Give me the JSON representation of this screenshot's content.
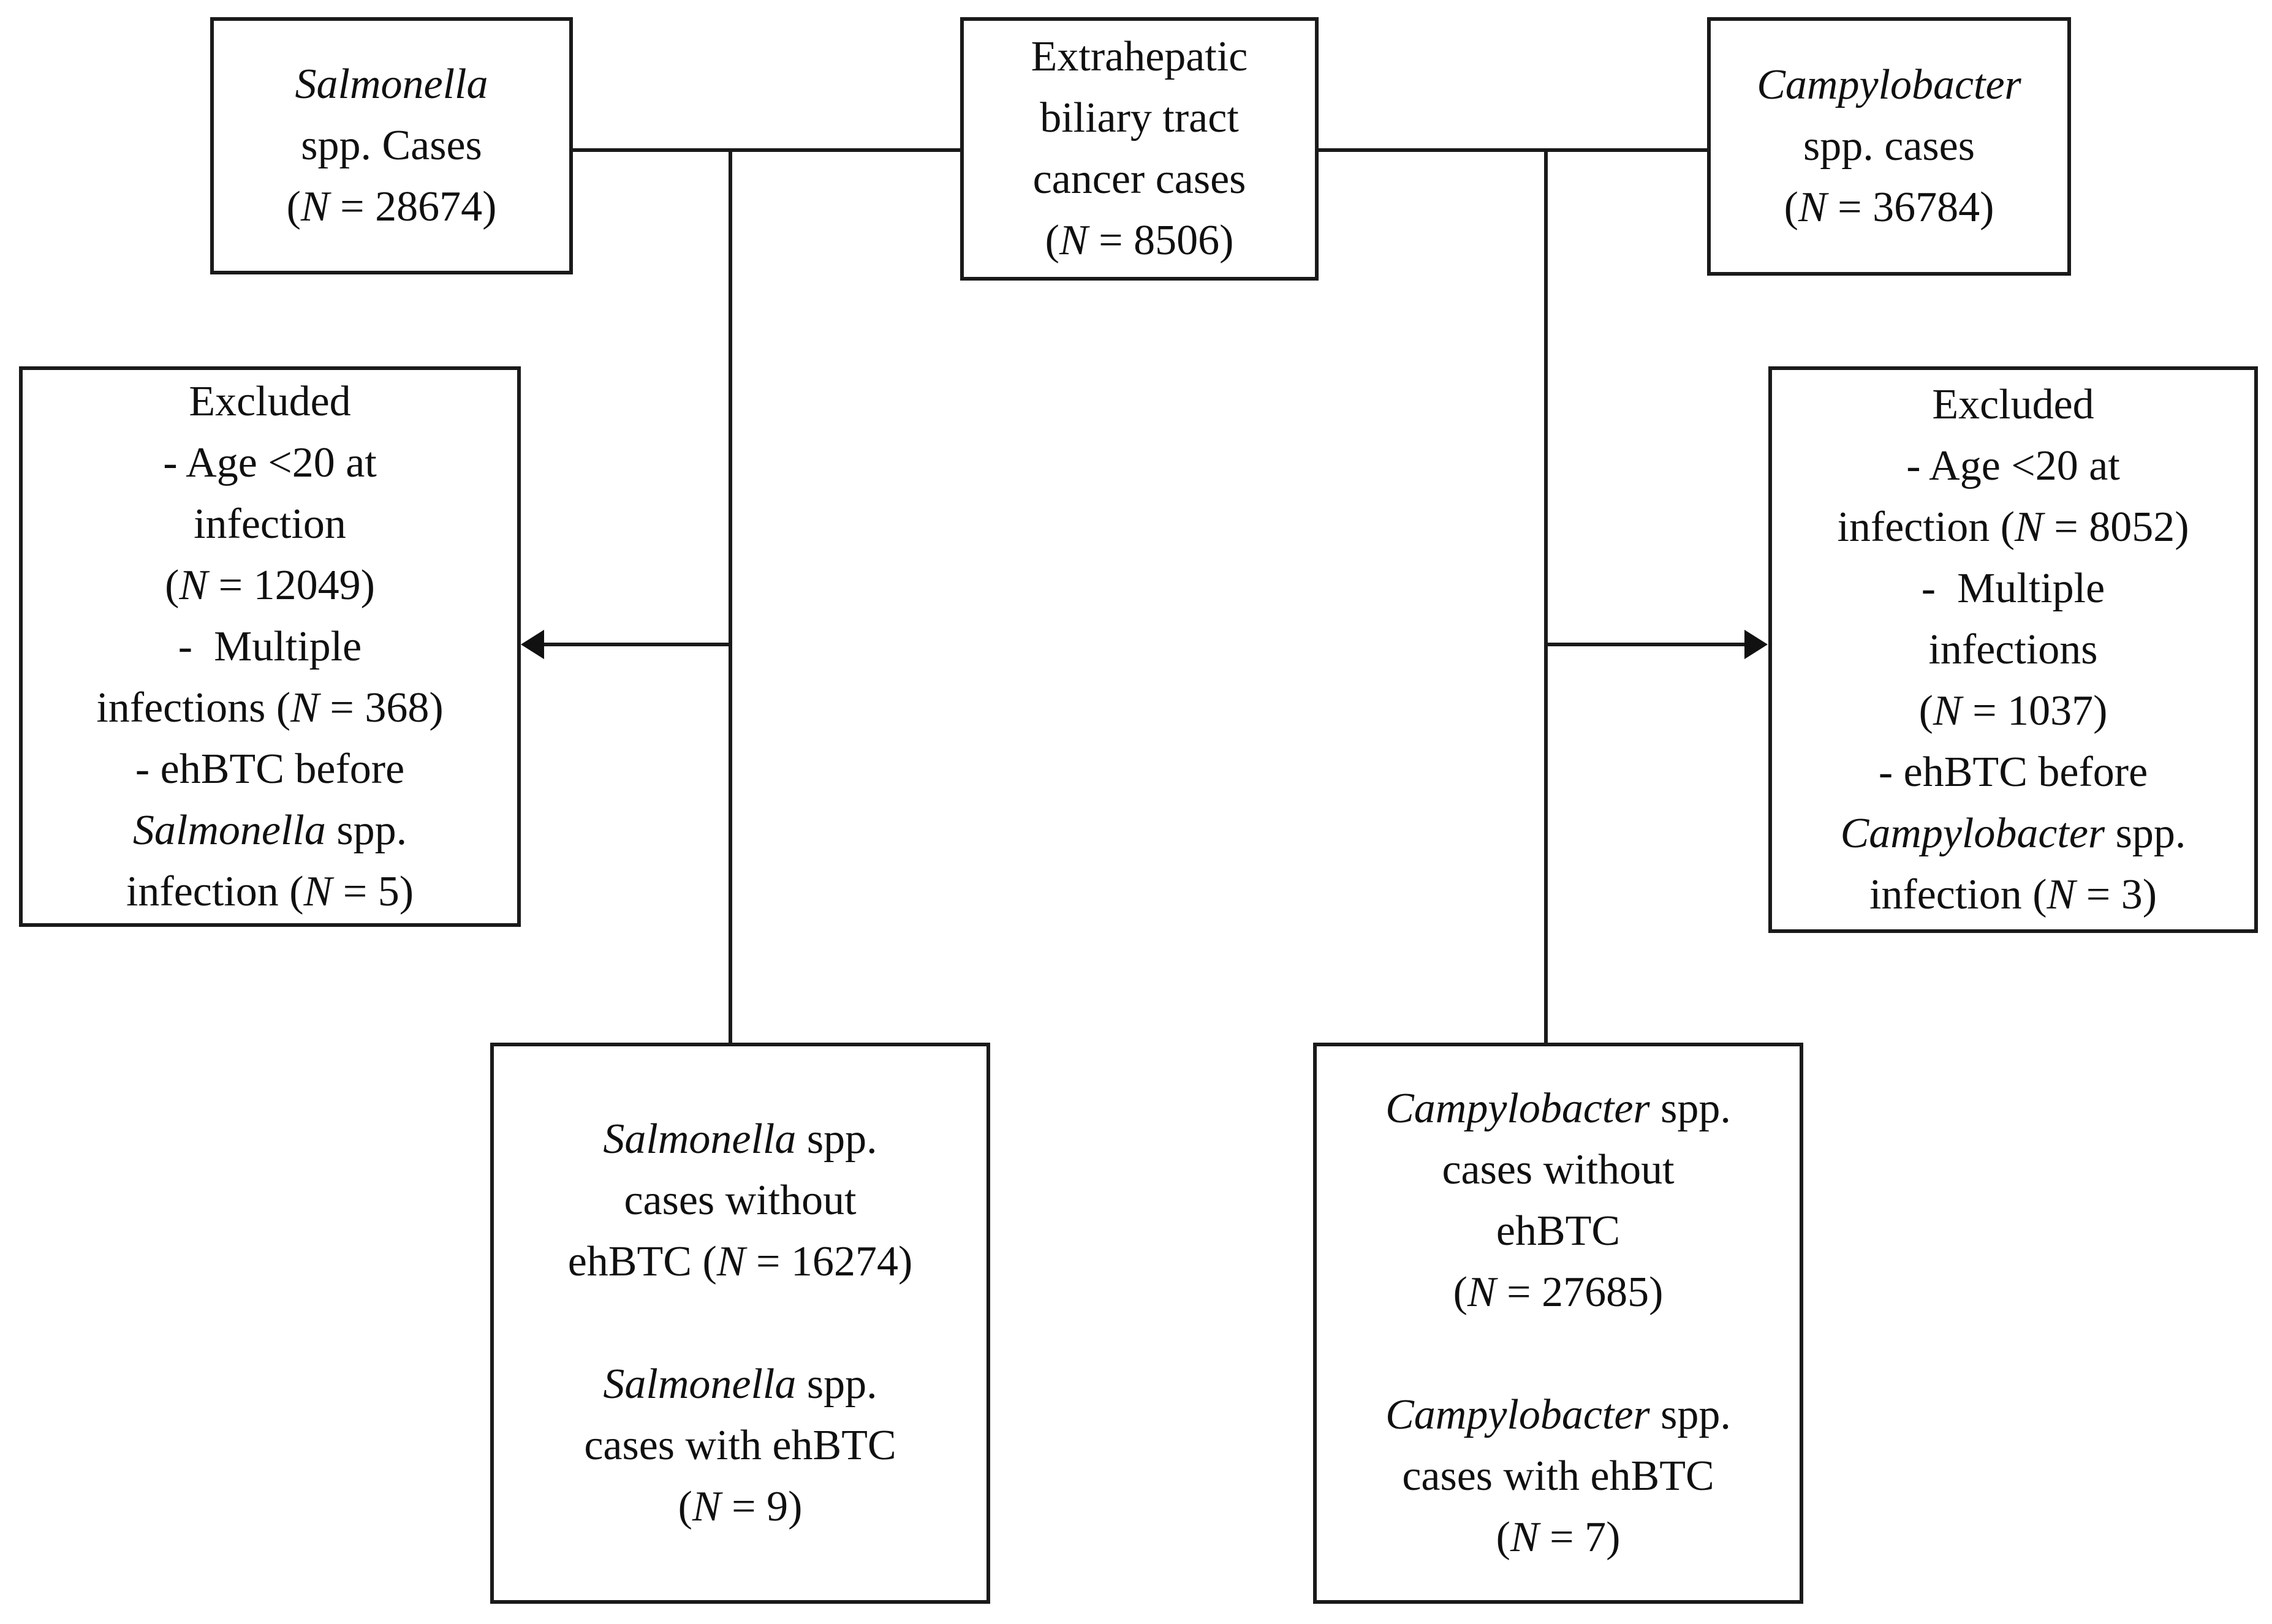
{
  "figure": {
    "background": "#ffffff",
    "line_color": "#1a1a1a",
    "nodes": {
      "salmonella_cases": {
        "lines": [
          [
            {
              "t": "Salmonella",
              "i": true
            }
          ],
          [
            {
              "t": "spp. Cases"
            }
          ],
          [
            {
              "t": "("
            },
            {
              "t": "N",
              "i": true
            },
            {
              "t": " = 28674)"
            }
          ]
        ]
      },
      "ehbtc_cases": {
        "lines": [
          [
            {
              "t": "Extrahepatic"
            }
          ],
          [
            {
              "t": "biliary tract"
            }
          ],
          [
            {
              "t": "cancer cases"
            }
          ],
          [
            {
              "t": "("
            },
            {
              "t": "N",
              "i": true
            },
            {
              "t": " = 8506)"
            }
          ]
        ]
      },
      "campylobacter_cases": {
        "lines": [
          [
            {
              "t": "Campylobacter",
              "i": true
            }
          ],
          [
            {
              "t": "spp. cases"
            }
          ],
          [
            {
              "t": "("
            },
            {
              "t": "N",
              "i": true
            },
            {
              "t": " = 36784)"
            }
          ]
        ]
      },
      "salmonella_excluded": {
        "lines": [
          [
            {
              "t": "Excluded"
            }
          ],
          [
            {
              "t": "- Age <20 at"
            }
          ],
          [
            {
              "t": "infection"
            }
          ],
          [
            {
              "t": "("
            },
            {
              "t": "N",
              "i": true
            },
            {
              "t": " = 12049)"
            }
          ],
          [
            {
              "t": "-  Multiple"
            }
          ],
          [
            {
              "t": "infections ("
            },
            {
              "t": "N",
              "i": true
            },
            {
              "t": " = 368)"
            }
          ],
          [
            {
              "t": "- ehBTC before"
            }
          ],
          [
            {
              "t": "Salmonella",
              "i": true
            },
            {
              "t": " spp."
            }
          ],
          [
            {
              "t": "infection ("
            },
            {
              "t": "N",
              "i": true
            },
            {
              "t": " = 5)"
            }
          ]
        ]
      },
      "campylobacter_excluded": {
        "lines": [
          [
            {
              "t": "Excluded"
            }
          ],
          [
            {
              "t": "- Age <20 at"
            }
          ],
          [
            {
              "t": "infection ("
            },
            {
              "t": "N",
              "i": true
            },
            {
              "t": " = 8052)"
            }
          ],
          [
            {
              "t": "-  Multiple"
            }
          ],
          [
            {
              "t": "infections"
            }
          ],
          [
            {
              "t": "("
            },
            {
              "t": "N",
              "i": true
            },
            {
              "t": " = 1037)"
            }
          ],
          [
            {
              "t": "- ehBTC before"
            }
          ],
          [
            {
              "t": "Campylobacter",
              "i": true
            },
            {
              "t": " spp."
            }
          ],
          [
            {
              "t": "infection ("
            },
            {
              "t": "N",
              "i": true
            },
            {
              "t": " = 3)"
            }
          ]
        ]
      },
      "salmonella_outcome": {
        "lines": [
          [
            {
              "t": "Salmonella",
              "i": true
            },
            {
              "t": " spp."
            }
          ],
          [
            {
              "t": "cases without"
            }
          ],
          [
            {
              "t": "ehBTC ("
            },
            {
              "t": "N",
              "i": true
            },
            {
              "t": " = 16274)"
            }
          ],
          [],
          [
            {
              "t": "Salmonella",
              "i": true
            },
            {
              "t": " spp."
            }
          ],
          [
            {
              "t": "cases with ehBTC"
            }
          ],
          [
            {
              "t": "("
            },
            {
              "t": "N",
              "i": true
            },
            {
              "t": " = 9)"
            }
          ]
        ]
      },
      "campylobacter_outcome": {
        "lines": [
          [
            {
              "t": "Campylobacter",
              "i": true
            },
            {
              "t": " spp."
            }
          ],
          [
            {
              "t": "cases without"
            }
          ],
          [
            {
              "t": "ehBTC"
            }
          ],
          [
            {
              "t": "("
            },
            {
              "t": "N",
              "i": true
            },
            {
              "t": " = 27685)"
            }
          ],
          [],
          [
            {
              "t": "Campylobacter",
              "i": true
            },
            {
              "t": " spp."
            }
          ],
          [
            {
              "t": "cases with ehBTC"
            }
          ],
          [
            {
              "t": "("
            },
            {
              "t": "N",
              "i": true
            },
            {
              "t": " = 7)"
            }
          ]
        ]
      }
    }
  }
}
